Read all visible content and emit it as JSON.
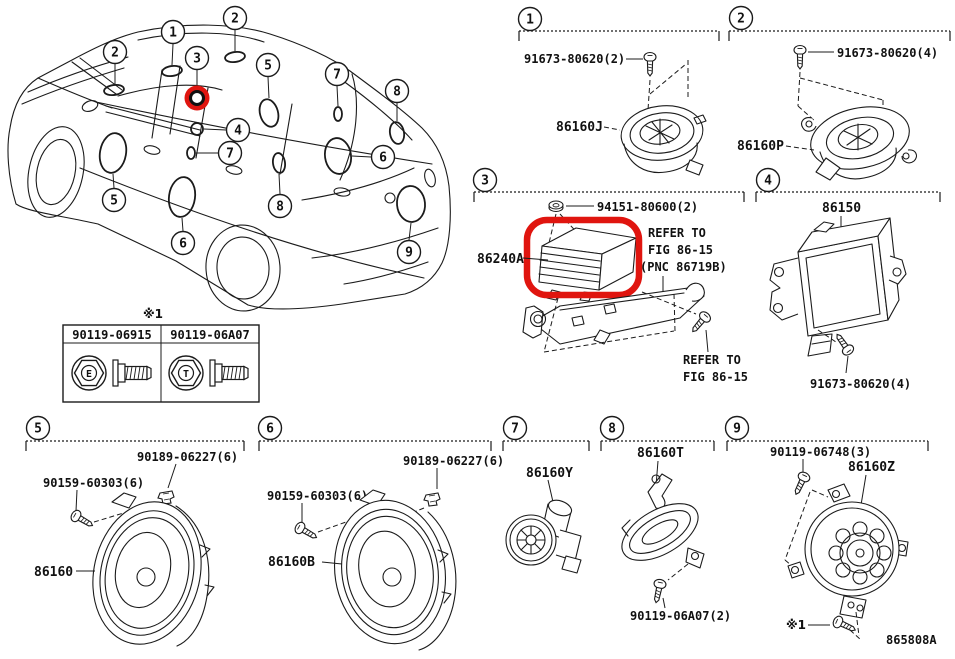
{
  "doc": {
    "page_code": "865808A"
  },
  "colors": {
    "highlight": "#e0150f",
    "ink": "#1b1b1b"
  },
  "overview": {
    "markers": [
      {
        "label": "2"
      },
      {
        "label": "1"
      },
      {
        "label": "2"
      },
      {
        "label": "3"
      },
      {
        "label": "5"
      },
      {
        "label": "7"
      },
      {
        "label": "8"
      },
      {
        "label": "4"
      },
      {
        "label": "7"
      },
      {
        "label": "6"
      },
      {
        "label": "5"
      },
      {
        "label": "8"
      },
      {
        "label": "6"
      },
      {
        "label": "9"
      }
    ]
  },
  "legend": {
    "note": "※1",
    "columns": [
      {
        "part_number": "90119-06915",
        "head_mark": "E"
      },
      {
        "part_number": "90119-06A07",
        "head_mark": "T"
      }
    ]
  },
  "sections": {
    "s1": {
      "number": "1",
      "fastener": "91673-80620(2)",
      "part": "86160J"
    },
    "s2": {
      "number": "2",
      "fastener": "91673-80620(4)",
      "part": "86160P"
    },
    "s3": {
      "number": "3",
      "fastener": "94151-80600(2)",
      "part": "86240A",
      "ref1_l1": "REFER TO",
      "ref1_l2": "FIG 86-15",
      "ref1_l3": "(PNC 86719B)",
      "ref2_l1": "REFER TO",
      "ref2_l2": "FIG 86-15"
    },
    "s4": {
      "number": "4",
      "part": "86150",
      "fastener": "91673-80620(4)"
    },
    "s5": {
      "number": "5",
      "fastener_clip": "90189-06227(6)",
      "fastener_screw": "90159-60303(6)",
      "part": "86160"
    },
    "s6": {
      "number": "6",
      "fastener_clip": "90189-06227(6)",
      "fastener_screw": "90159-60303(6)",
      "part": "86160B"
    },
    "s7": {
      "number": "7",
      "part": "86160Y"
    },
    "s8": {
      "number": "8",
      "part": "86160T",
      "fastener": "90119-06A07(2)"
    },
    "s9": {
      "number": "9",
      "fastener": "90119-06748(3)",
      "part": "86160Z",
      "footnote": "※1"
    }
  }
}
